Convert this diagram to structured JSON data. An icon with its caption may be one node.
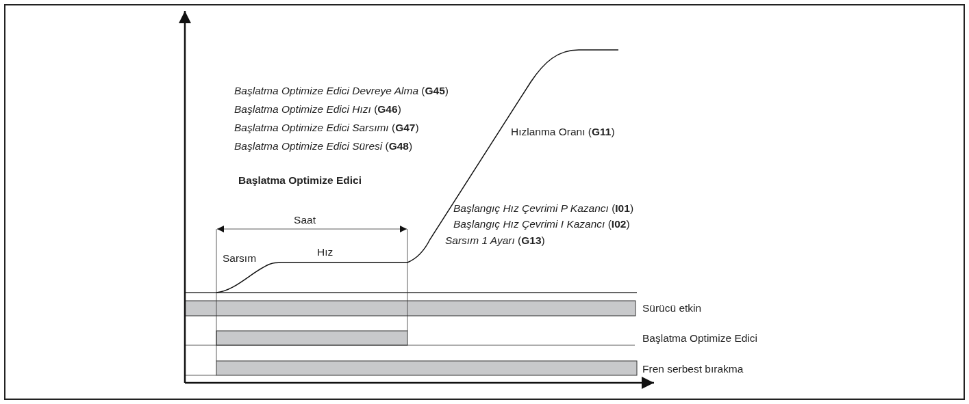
{
  "diagram": {
    "labels": [
      "*Başlatma Optimize Edici Devreye Alma* (**G45**)",
      "*Başlatma Optimize Edici Hızı* (**G46**)",
      "*Başlatma Optimize Edici Sarsımı* (**G47**)",
      "*Başlatma Optimize Edici Süresi* (**G48**)",
      "Hızlanma Oranı (**G11**)",
      "Başlatma Optimize Edici",
      "*Başlangıç Hız Çevrimi P Kazancı* (**I01**)",
      "*Başlangıç Hız Çevrimi I Kazancı* (**I02**)",
      "Saat",
      "Sarsım",
      "Hız",
      "*Sarsım 1 Ayarı* (**G13**)",
      "Sürücü etkin",
      "Başlatma Optimize Edici",
      "Fren serbest bırakma"
    ]
  }
}
